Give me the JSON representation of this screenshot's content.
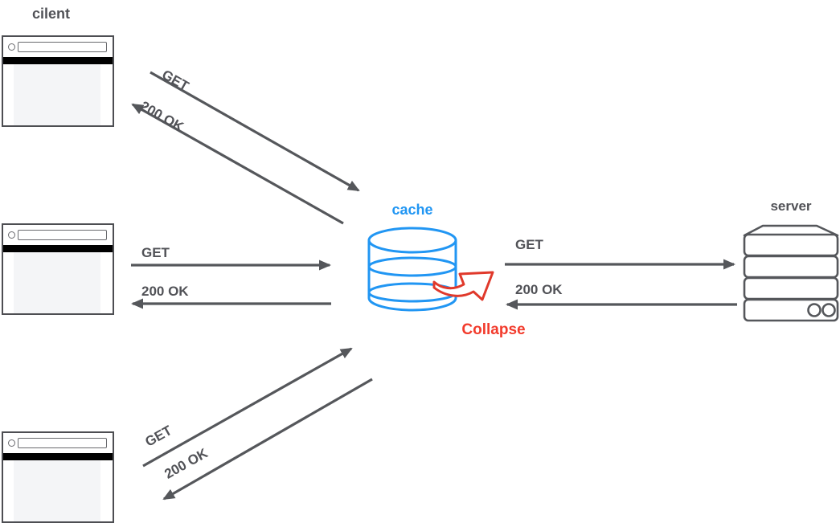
{
  "diagram": {
    "type": "http-caching-request-collapse-diagram",
    "nodes": {
      "client": {
        "label": "cilent",
        "icon": "browser-window-icon",
        "window_count": 3
      },
      "cache": {
        "label": "cache",
        "icon": "database-cylinder-icon"
      },
      "server": {
        "label": "server",
        "icon": "server-stack-icon"
      }
    },
    "annotation": {
      "collapse_label": "Collapse",
      "icon": "curved-arrow-icon"
    },
    "flows": [
      {
        "name": "client-top-to-cache",
        "request": "GET",
        "response": "200 OK"
      },
      {
        "name": "client-middle-to-cache",
        "request": "GET",
        "response": "200 OK"
      },
      {
        "name": "client-bottom-to-cache",
        "request": "GET",
        "response": "200 OK"
      },
      {
        "name": "cache-to-server",
        "request": "GET",
        "response": "200 OK"
      }
    ],
    "colors": {
      "arrow_gray": "#55575b",
      "text_gray": "#515257",
      "cache_blue": "#2196f3",
      "collapse_red": "#f23b2c",
      "browser_stripe_black": "#000000",
      "browser_panel_gray": "#f4f5f7"
    }
  }
}
